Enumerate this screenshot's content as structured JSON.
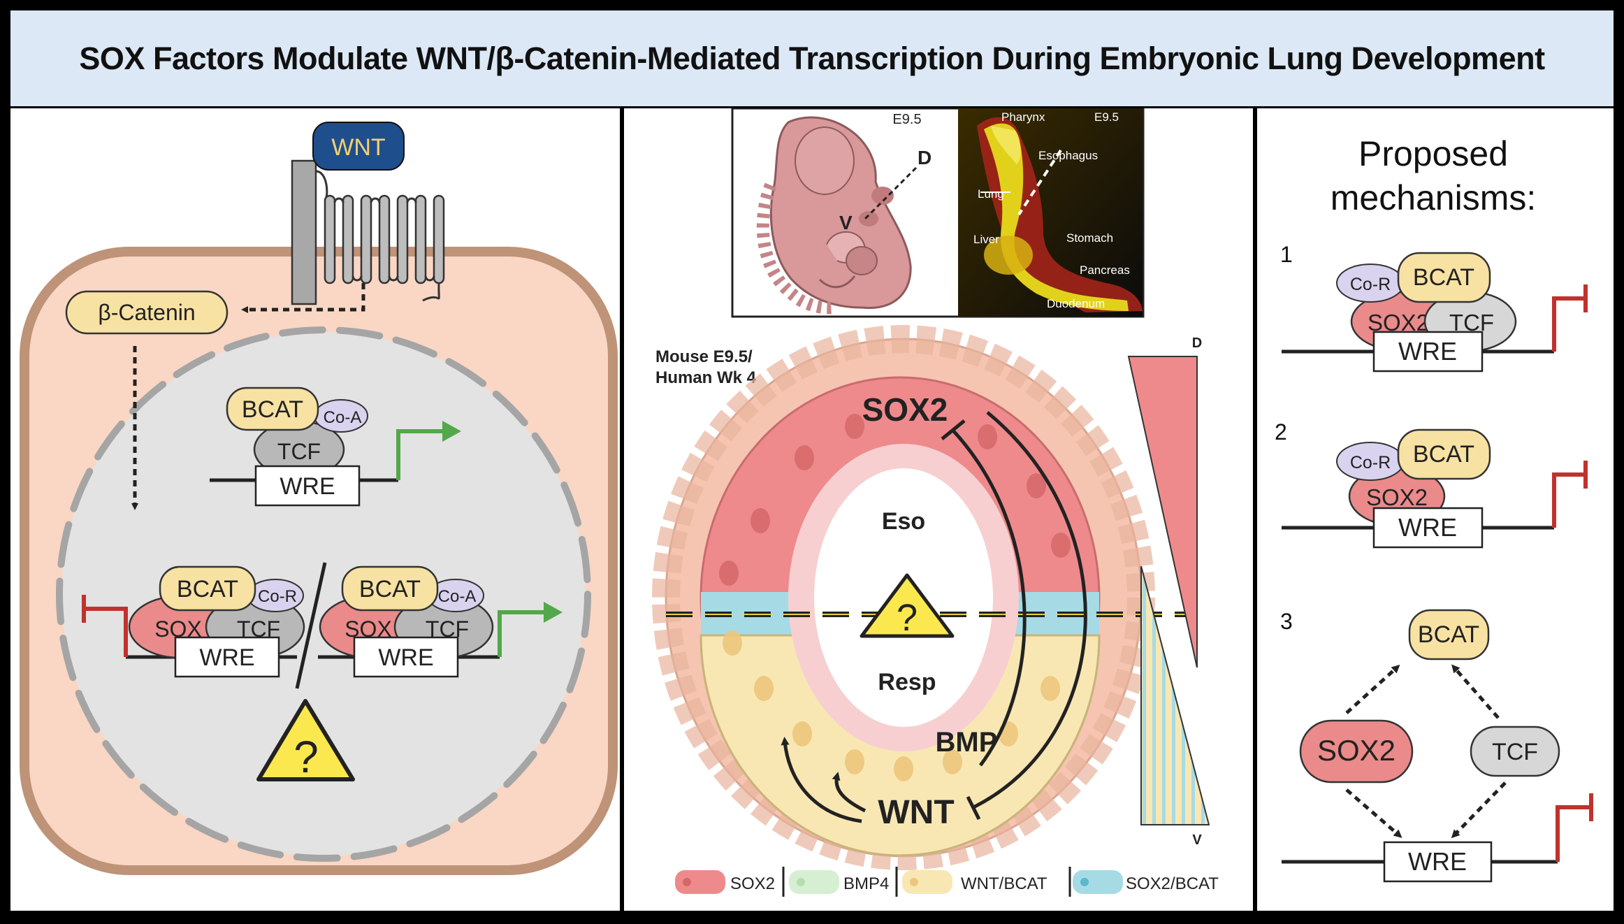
{
  "title": "SOX Factors Modulate WNT/β-Catenin-Mediated Transcription During Embryonic Lung Development",
  "left_panel": {
    "wnt": "WNT",
    "beta_catenin": "β-Catenin",
    "complex_active": {
      "bcat": "BCAT",
      "coa": "Co-A",
      "tcf": "TCF",
      "wre": "WRE"
    },
    "complex_sox_repress": {
      "bcat": "BCAT",
      "cor": "Co-R",
      "sox": "SOX",
      "tcf": "TCF",
      "wre": "WRE"
    },
    "complex_sox_activate": {
      "bcat": "BCAT",
      "coa": "Co-A",
      "sox": "SOX",
      "tcf": "TCF",
      "wre": "WRE"
    },
    "question": "?"
  },
  "middle_panel": {
    "embryo_stage": "E9.5",
    "embryo_d": "D",
    "embryo_v": "V",
    "micro_stage": "E9.5",
    "organs": {
      "pharynx": "Pharynx",
      "esophagus": "Esophagus",
      "lung": "Lung",
      "liver": "Liver",
      "stomach": "Stomach",
      "pancreas": "Pancreas",
      "duodenum": "Duodenum"
    },
    "stage_line1": "Mouse E9.5/",
    "stage_line2": "Human Wk 4",
    "sox2": "SOX2",
    "eso": "Eso",
    "resp": "Resp",
    "bmp": "BMP",
    "wnt": "WNT",
    "question": "?",
    "gradient_d": "D",
    "gradient_v": "V",
    "legend": [
      {
        "label": "SOX2",
        "color": "#ee8a8c"
      },
      {
        "label": "BMP4",
        "color": "#d6efd3"
      },
      {
        "label": "WNT/BCAT",
        "color": "#f8e7b3"
      },
      {
        "label": "SOX2/BCAT",
        "color": "#a6dbe6"
      }
    ]
  },
  "right_panel": {
    "heading_line1": "Proposed",
    "heading_line2": "mechanisms:",
    "m1": {
      "num": "1",
      "cor": "Co-R",
      "bcat": "BCAT",
      "sox2": "SOX2",
      "tcf": "TCF",
      "wre": "WRE"
    },
    "m2": {
      "num": "2",
      "cor": "Co-R",
      "bcat": "BCAT",
      "sox2": "SOX2",
      "wre": "WRE"
    },
    "m3": {
      "num": "3",
      "bcat": "BCAT",
      "sox2": "SOX2",
      "tcf": "TCF",
      "wre": "WRE"
    }
  },
  "colors": {
    "banner": "#dce8f5",
    "cell": "#fad6c4",
    "membrane": "#be9378",
    "nucleus": "#e3e3e3",
    "bcat": "#f7e2a3",
    "sox": "#ea8a8a",
    "tcf": "#b8b8b8",
    "co": "#d9d3ef",
    "wnt": "#1f4e8c",
    "arrow_green": "#52a84a",
    "repress_red": "#c0322d"
  }
}
